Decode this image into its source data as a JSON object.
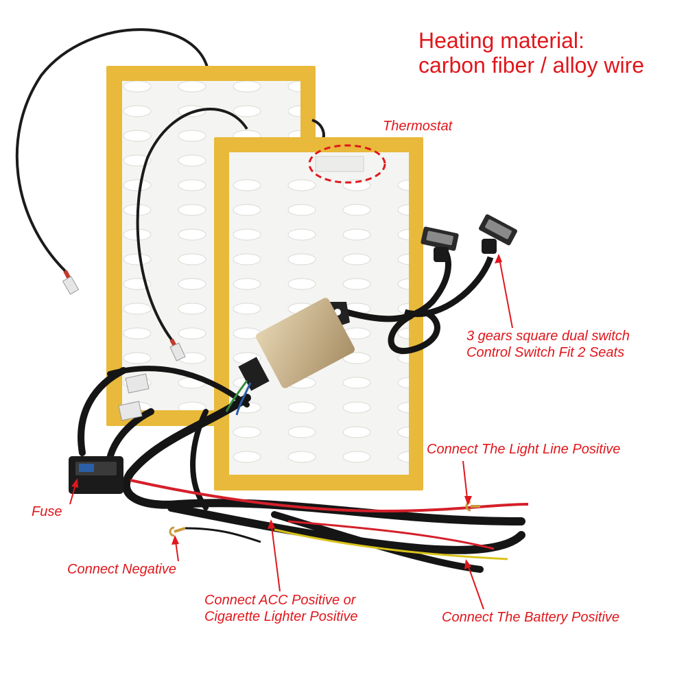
{
  "heading": {
    "line1": "Heating material:",
    "line2": "carbon fiber / alloy wire"
  },
  "callouts": {
    "thermostat": "Thermostat",
    "switch_line1": "3 gears square dual switch",
    "switch_line2": "Control Switch Fit 2 Seats",
    "light_line": "Connect The Light Line Positive",
    "fuse": "Fuse",
    "negative": "Connect Negative",
    "acc_line1": "Connect ACC Positive or",
    "acc_line2": "Cigarette Lighter Positive",
    "battery": "Connect The Battery Positive"
  },
  "colors": {
    "label_red": "#e0161b",
    "pad_border": "#e8b93a",
    "pad_fill": "#f4f4f2",
    "harness": "#151515",
    "red_wire": "#d41f2a",
    "yellow_wire": "#d9c21a",
    "controller": "#c9b28a"
  }
}
